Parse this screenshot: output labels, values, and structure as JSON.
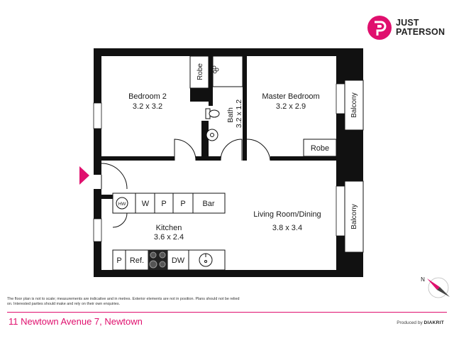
{
  "brand": {
    "line1": "JUST",
    "line2": "PATERSON",
    "accent": "#e0106e"
  },
  "rooms": {
    "bedroom2": {
      "name": "Bedroom 2",
      "size": "3.2 x 3.2"
    },
    "robe_top": "Robe",
    "bath": {
      "name": "Bath",
      "size": "3.2 x 1.2"
    },
    "master": {
      "name": "Master Bedroom",
      "size": "3.2 x 2.9"
    },
    "robe_master": "Robe",
    "balcony_top": "Balcony",
    "balcony_bottom": "Balcony",
    "kitchen": {
      "name": "Kitchen",
      "size": "3.6 x 2.4"
    },
    "living": {
      "name": "Living Room/Dining",
      "size": "3.8 x 3.4"
    }
  },
  "fixtures": {
    "hw": "HW",
    "w": "W",
    "p1": "P",
    "p2": "P",
    "bar": "Bar",
    "p_bottom": "P",
    "ref": "Ref.",
    "dw": "DW"
  },
  "compass": "N",
  "disclaimer": "The floor plan is not to scale; measurements are indicative and in metres. Exterior elements are not in position. Plans should not be relied on. Interested parties should make and rely on their own enquiries.",
  "address": "11 Newtown Avenue 7, Newtown",
  "producer": {
    "prefix": "Produced by",
    "name": "DIAKRIT"
  }
}
